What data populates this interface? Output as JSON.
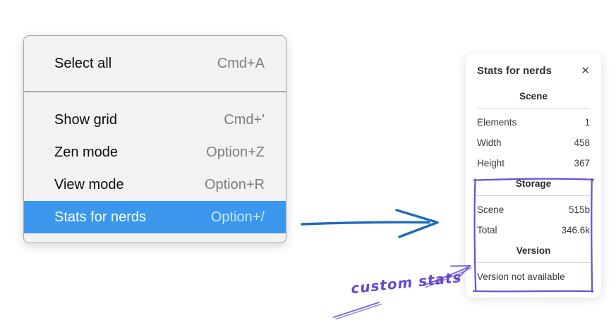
{
  "menu": {
    "sections": [
      {
        "items": [
          {
            "label": "Select all",
            "shortcut": "Cmd+A"
          }
        ]
      },
      {
        "items": [
          {
            "label": "Show grid",
            "shortcut": "Cmd+'"
          },
          {
            "label": "Zen mode",
            "shortcut": "Option+Z"
          },
          {
            "label": "View mode",
            "shortcut": "Option+R"
          },
          {
            "label": "Stats for nerds",
            "shortcut": "Option+/",
            "selected": true
          }
        ]
      }
    ],
    "highlight_color": "#3a97ed"
  },
  "stats_panel": {
    "title": "Stats for nerds",
    "sections": [
      {
        "header": "Scene",
        "rows": [
          [
            "Elements",
            "1"
          ],
          [
            "Width",
            "458"
          ],
          [
            "Height",
            "367"
          ]
        ]
      },
      {
        "header": "Storage",
        "rows": [
          [
            "Scene",
            "515b"
          ],
          [
            "Total",
            "346.6k"
          ]
        ]
      },
      {
        "header": "Version",
        "rows": [],
        "note": "Version not available"
      }
    ]
  },
  "annotation": {
    "label": "custom stats",
    "label_color": "#6747d0",
    "sketch_rect_color": "#6b4ed9",
    "arrow_color": "#7a64e2"
  },
  "icons": {
    "close": "✕"
  },
  "colors": {
    "pointer_arrow_blue": "#1b6cbd",
    "menu_highlight": "#3a97ed"
  }
}
